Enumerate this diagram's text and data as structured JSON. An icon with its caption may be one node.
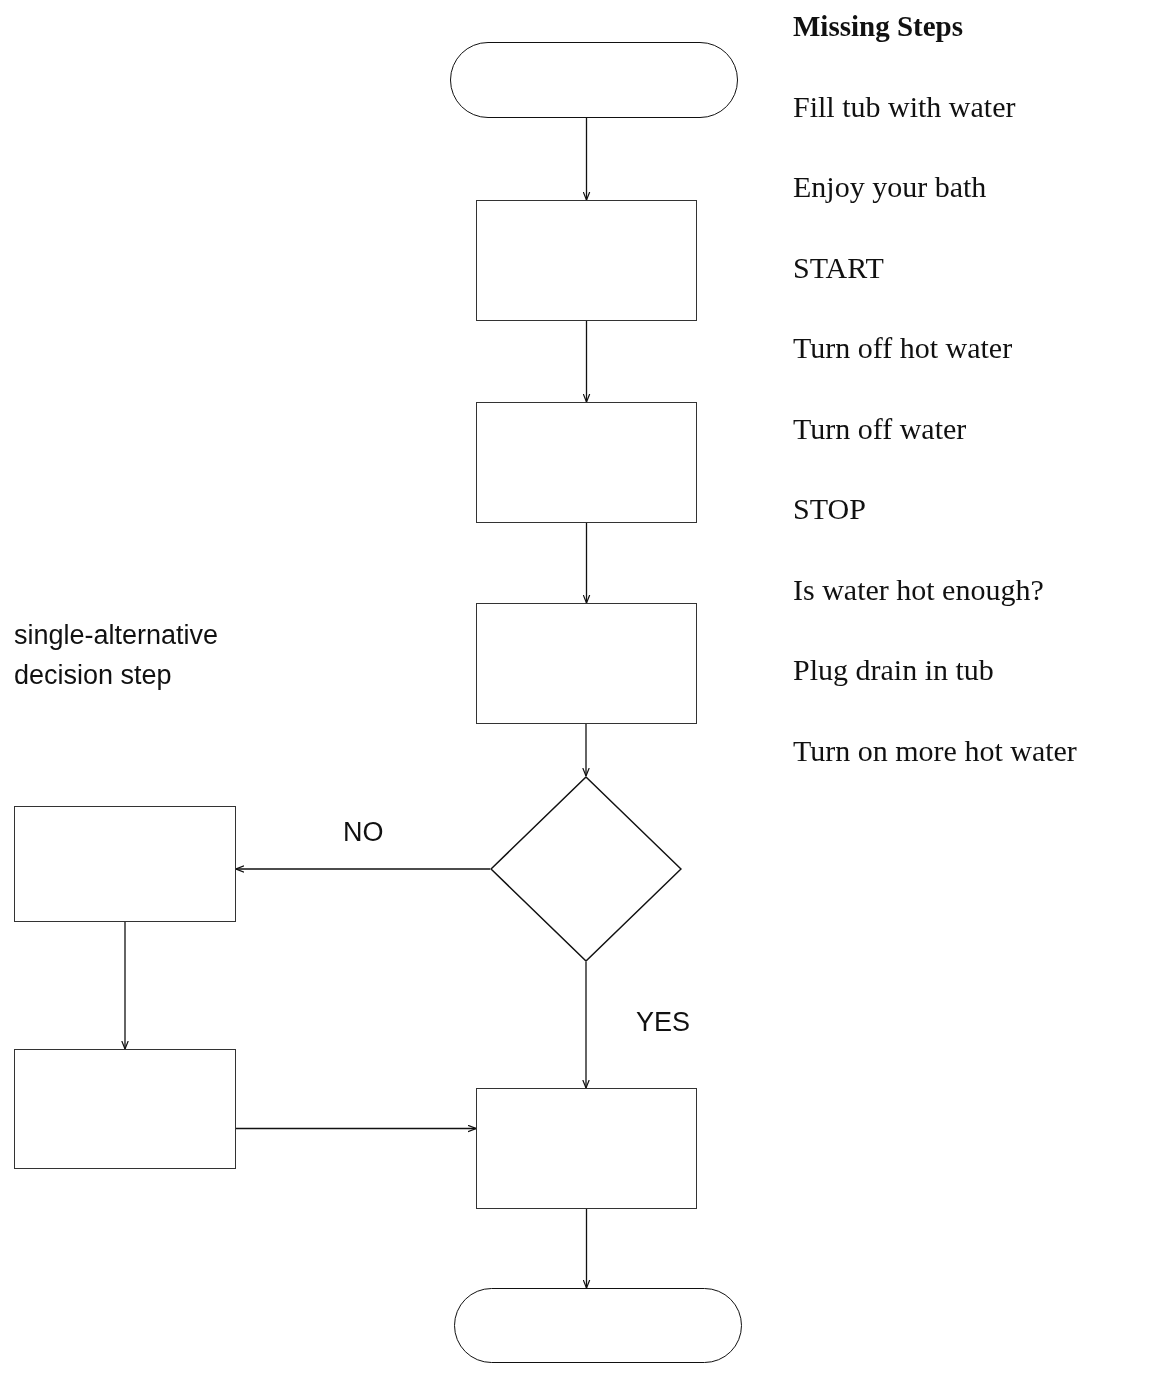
{
  "diagram": {
    "nodes": [
      {
        "text": [],
        "shape": "oval"
      },
      {
        "text": [],
        "shape": "box"
      },
      {
        "text": [],
        "shape": "box"
      },
      {
        "text": [],
        "shape": "box"
      },
      {
        "text": [],
        "shape": "diamond"
      },
      {
        "text": [],
        "shape": "box"
      },
      {
        "text": [],
        "shape": "box"
      },
      {
        "text": [],
        "shape": "box"
      },
      {
        "text": [],
        "shape": "oval"
      }
    ],
    "edges": [
      {
        "from": 0,
        "to": 1,
        "arrow": "to"
      },
      {
        "from": 1,
        "to": 2,
        "arrow": "to"
      },
      {
        "from": 2,
        "to": 3,
        "arrow": "to"
      },
      {
        "from": 3,
        "to": 4,
        "arrow": "to"
      },
      {
        "from": 4,
        "to": 5,
        "arrow": "to",
        "label": "NO"
      },
      {
        "from": 5,
        "to": 6,
        "arrow": "to"
      },
      {
        "from": 6,
        "to": 7,
        "arrow": "to"
      },
      {
        "from": 4,
        "to": 7,
        "arrow": "to",
        "label": "YES"
      },
      {
        "from": 7,
        "to": 8,
        "arrow": "to"
      }
    ],
    "labels": [
      "Missing Steps",
      "Fill tub with water",
      "Enjoy your bath",
      "START",
      "Turn off hot water",
      "Turn off water",
      "STOP",
      "Is water hot enough?",
      "Plug drain in tub",
      "Turn on more hot water",
      "single-alternative decision step"
    ]
  }
}
